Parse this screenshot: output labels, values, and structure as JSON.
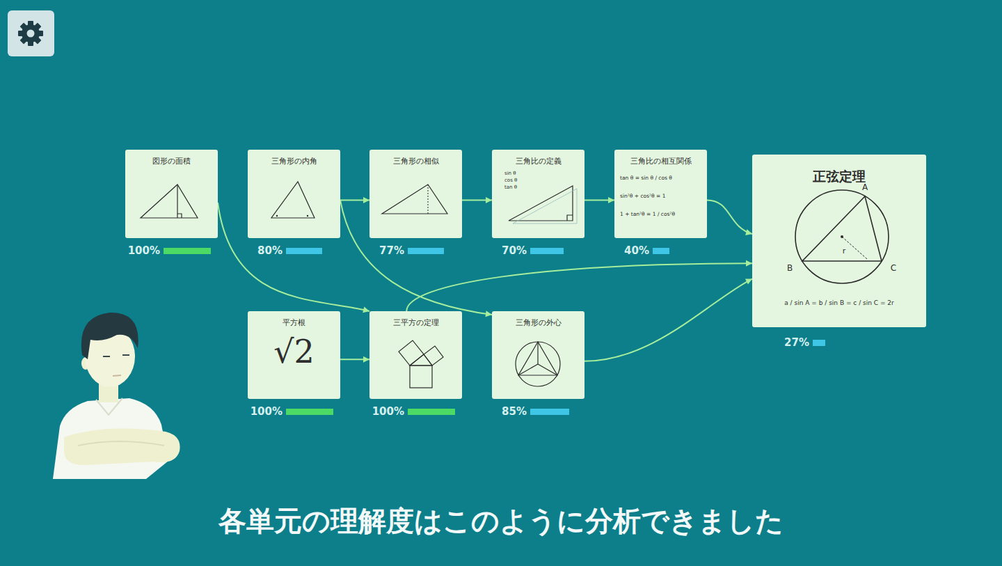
{
  "diagram": {
    "caption": "各単元の理解度はこのように分析できました",
    "nodes": [
      {
        "text": [
          "図形の面積",
          "100%"
        ]
      },
      {
        "text": [
          "三角形の内角",
          "80%"
        ]
      },
      {
        "text": [
          "三角形の相似",
          "77%"
        ]
      },
      {
        "text": [
          "三角比の定義",
          "sin θ",
          "cos θ",
          "tan θ",
          "70%"
        ]
      },
      {
        "text": [
          "三角比の相互関係",
          "tan θ = sin θ / cos θ",
          "sin²θ + cos²θ = 1",
          "1 + tan²θ = 1 / cos²θ",
          "40%"
        ]
      },
      {
        "text": [
          "正弦定理",
          "A",
          "B",
          "C",
          "r",
          "a / sin A = b / sin B = c / sin C = 2r",
          "27%"
        ]
      },
      {
        "text": [
          "平方根",
          "√2",
          "100%"
        ]
      },
      {
        "text": [
          "三平方の定理",
          "100%"
        ]
      },
      {
        "text": [
          "三角形の外心",
          "85%"
        ]
      }
    ],
    "edges": [
      {
        "from": 0,
        "to": 7,
        "arrow": "to"
      },
      {
        "from": 1,
        "to": 2,
        "arrow": "to"
      },
      {
        "from": 1,
        "to": 8,
        "arrow": "to"
      },
      {
        "from": 2,
        "to": 3,
        "arrow": "to"
      },
      {
        "from": 3,
        "to": 4,
        "arrow": "to"
      },
      {
        "from": 4,
        "to": 5,
        "arrow": "to"
      },
      {
        "from": 6,
        "to": 7,
        "arrow": "to"
      },
      {
        "from": 7,
        "to": 5,
        "arrow": "to"
      },
      {
        "from": 8,
        "to": 5,
        "arrow": "to"
      }
    ]
  }
}
